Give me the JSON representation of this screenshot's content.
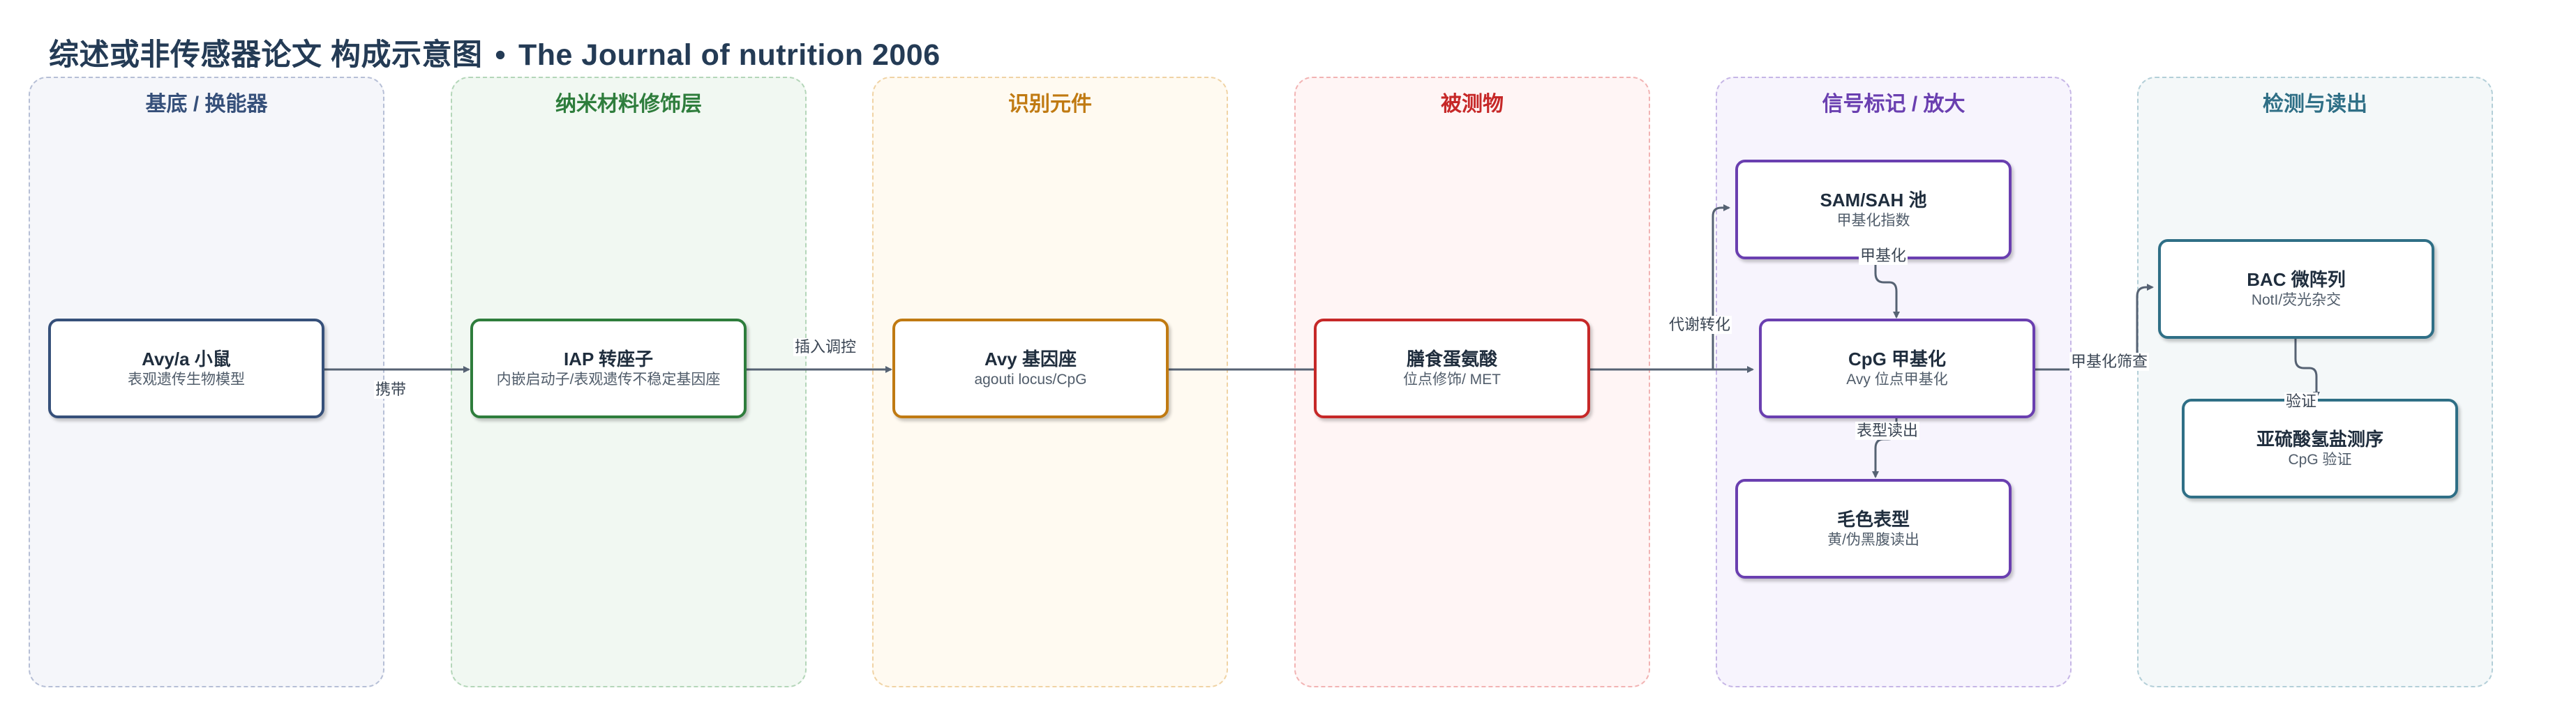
{
  "title": {
    "main": "综述或非传感器论文 构成示意图",
    "separator": "•",
    "journal": "The Journal of nutrition 2006"
  },
  "colors": {
    "substrate": "#36507a",
    "nano": "#2e7d3c",
    "recognition": "#c07a12",
    "analyte": "#c62828",
    "signal": "#6a3fb0",
    "detection": "#2f6f86",
    "arrow": "#566273"
  },
  "lanes": [
    {
      "id": "substrate",
      "title": "基底 / 换能器"
    },
    {
      "id": "nano",
      "title": "纳米材料修饰层"
    },
    {
      "id": "recognition",
      "title": "识别元件"
    },
    {
      "id": "analyte",
      "title": "被测物"
    },
    {
      "id": "signal",
      "title": "信号标记 / 放大"
    },
    {
      "id": "detection",
      "title": "检测与读出"
    }
  ],
  "nodes": {
    "avy_mouse": {
      "title": "Avy/a 小鼠",
      "subtitle": "表观遗传生物模型"
    },
    "iap": {
      "title": "IAP 转座子",
      "subtitle": "内嵌启动子/表观遗传不稳定基因座"
    },
    "avy_locus": {
      "title": "Avy 基因座",
      "subtitle": "agouti locus/CpG"
    },
    "methionine": {
      "title": "膳食蛋氨酸",
      "subtitle": "位点修饰/ MET"
    },
    "sam_sah": {
      "title": "SAM/SAH 池",
      "subtitle": "甲基化指数"
    },
    "cpg": {
      "title": "CpG 甲基化",
      "subtitle": "Avy 位点甲基化"
    },
    "coat": {
      "title": "毛色表型",
      "subtitle": "黄/伪黑腹读出"
    },
    "bac": {
      "title": "BAC 微阵列",
      "subtitle": "NotI/荧光杂交"
    },
    "bisulfite": {
      "title": "亚硫酸氢盐测序",
      "subtitle": "CpG 验证"
    }
  },
  "edges": {
    "carry": "携带",
    "insert": "插入调控",
    "metabolism": "代谢转化",
    "methylation": "甲基化",
    "phenotype": "表型读出",
    "screening": "甲基化筛查",
    "validation": "验证"
  }
}
